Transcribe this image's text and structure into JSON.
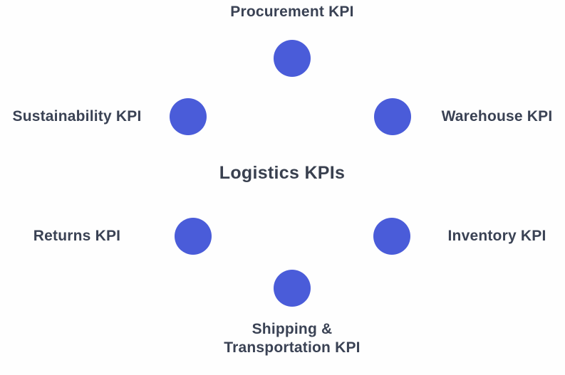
{
  "diagram": {
    "title": "Logistics KPIs",
    "nodes": [
      {
        "id": "procurement",
        "label": "Procurement KPI",
        "position": "top"
      },
      {
        "id": "warehouse",
        "label": "Warehouse KPI",
        "position": "upper-right"
      },
      {
        "id": "inventory",
        "label": "Inventory KPI",
        "position": "lower-right"
      },
      {
        "id": "shipping",
        "label": "Shipping &\nTransportation KPI",
        "position": "bottom"
      },
      {
        "id": "returns",
        "label": "Returns KPI",
        "position": "lower-left"
      },
      {
        "id": "sustainability",
        "label": "Sustainability KPI",
        "position": "upper-left"
      }
    ],
    "colors": {
      "dot": "#4a5cd9",
      "label_text": "#3a4254",
      "title_text": "#39404f",
      "background": "#fefefe"
    }
  }
}
